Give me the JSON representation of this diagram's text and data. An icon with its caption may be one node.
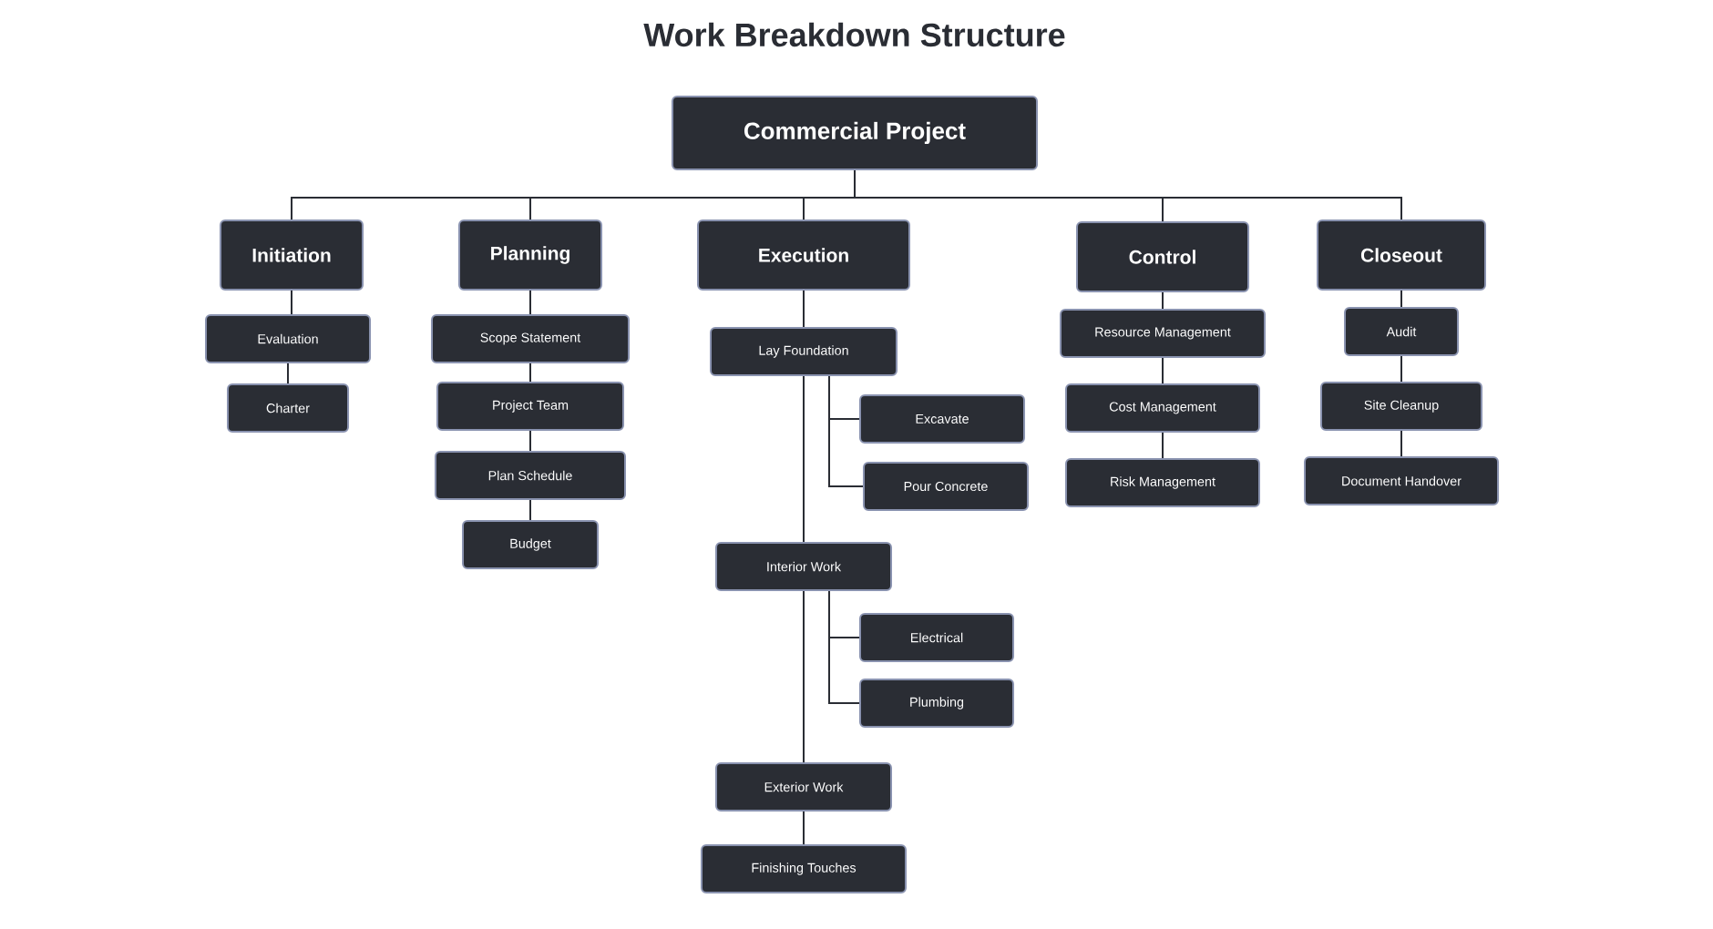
{
  "diagram": {
    "title": "Work Breakdown Structure",
    "nodes": [
      {
        "text": [
          "Commercial Project"
        ]
      },
      {
        "text": [
          "Initiation"
        ]
      },
      {
        "text": [
          "Planning"
        ]
      },
      {
        "text": [
          "Execution"
        ]
      },
      {
        "text": [
          "Control"
        ]
      },
      {
        "text": [
          "Closeout"
        ]
      },
      {
        "text": [
          "Evaluation"
        ]
      },
      {
        "text": [
          "Charter"
        ]
      },
      {
        "text": [
          "Scope Statement"
        ]
      },
      {
        "text": [
          "Project Team"
        ]
      },
      {
        "text": [
          "Plan Schedule"
        ]
      },
      {
        "text": [
          "Budget"
        ]
      },
      {
        "text": [
          "Lay Foundation"
        ]
      },
      {
        "text": [
          "Excavate"
        ]
      },
      {
        "text": [
          "Pour Concrete"
        ]
      },
      {
        "text": [
          "Interior Work"
        ]
      },
      {
        "text": [
          "Electrical"
        ]
      },
      {
        "text": [
          "Plumbing"
        ]
      },
      {
        "text": [
          "Exterior Work"
        ]
      },
      {
        "text": [
          "Finishing Touches"
        ]
      },
      {
        "text": [
          "Resource Management"
        ]
      },
      {
        "text": [
          "Cost Management"
        ]
      },
      {
        "text": [
          "Risk Management"
        ]
      },
      {
        "text": [
          "Audit"
        ]
      },
      {
        "text": [
          "Site Cleanup"
        ]
      },
      {
        "text": [
          "Document Handover"
        ]
      }
    ],
    "edges": [
      {
        "from": 0,
        "to": 1,
        "arrow": "none"
      },
      {
        "from": 0,
        "to": 2,
        "arrow": "none"
      },
      {
        "from": 0,
        "to": 3,
        "arrow": "none"
      },
      {
        "from": 0,
        "to": 4,
        "arrow": "none"
      },
      {
        "from": 0,
        "to": 5,
        "arrow": "none"
      },
      {
        "from": 1,
        "to": 6,
        "arrow": "none"
      },
      {
        "from": 6,
        "to": 7,
        "arrow": "none"
      },
      {
        "from": 2,
        "to": 8,
        "arrow": "none"
      },
      {
        "from": 8,
        "to": 9,
        "arrow": "none"
      },
      {
        "from": 9,
        "to": 10,
        "arrow": "none"
      },
      {
        "from": 10,
        "to": 11,
        "arrow": "none"
      },
      {
        "from": 3,
        "to": 12,
        "arrow": "none"
      },
      {
        "from": 12,
        "to": 13,
        "arrow": "none"
      },
      {
        "from": 12,
        "to": 14,
        "arrow": "none"
      },
      {
        "from": 12,
        "to": 15,
        "arrow": "none"
      },
      {
        "from": 15,
        "to": 16,
        "arrow": "none"
      },
      {
        "from": 15,
        "to": 17,
        "arrow": "none"
      },
      {
        "from": 15,
        "to": 18,
        "arrow": "none"
      },
      {
        "from": 18,
        "to": 19,
        "arrow": "none"
      },
      {
        "from": 4,
        "to": 20,
        "arrow": "none"
      },
      {
        "from": 20,
        "to": 21,
        "arrow": "none"
      },
      {
        "from": 21,
        "to": 22,
        "arrow": "none"
      },
      {
        "from": 5,
        "to": 23,
        "arrow": "none"
      },
      {
        "from": 23,
        "to": 24,
        "arrow": "none"
      },
      {
        "from": 24,
        "to": 25,
        "arrow": "none"
      }
    ]
  }
}
